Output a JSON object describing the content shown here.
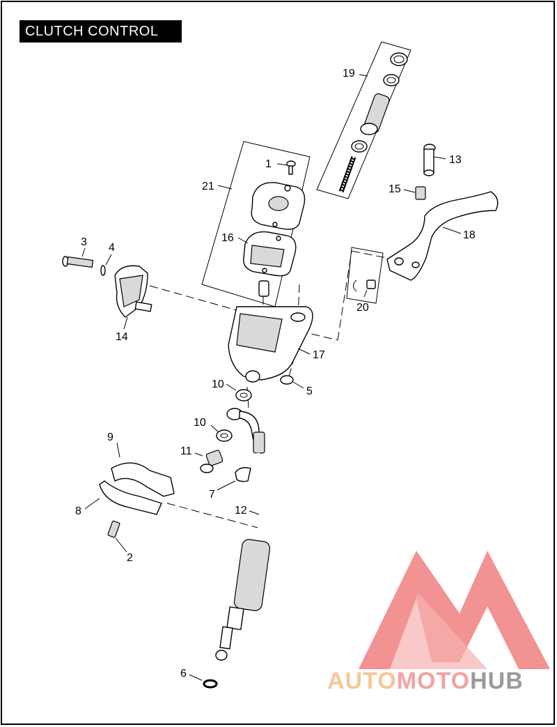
{
  "title": "CLUTCH CONTROL",
  "callouts": [
    {
      "id": "1",
      "text": "1"
    },
    {
      "id": "2",
      "text": "2"
    },
    {
      "id": "3",
      "text": "3"
    },
    {
      "id": "4",
      "text": "4"
    },
    {
      "id": "5",
      "text": "5"
    },
    {
      "id": "6",
      "text": "6"
    },
    {
      "id": "7",
      "text": "7"
    },
    {
      "id": "8",
      "text": "8"
    },
    {
      "id": "9",
      "text": "9"
    },
    {
      "id": "10a",
      "text": "10"
    },
    {
      "id": "10b",
      "text": "10"
    },
    {
      "id": "11",
      "text": "11"
    },
    {
      "id": "12",
      "text": "12"
    },
    {
      "id": "13",
      "text": "13"
    },
    {
      "id": "14",
      "text": "14"
    },
    {
      "id": "15",
      "text": "15"
    },
    {
      "id": "16",
      "text": "16"
    },
    {
      "id": "17",
      "text": "17"
    },
    {
      "id": "18",
      "text": "18"
    },
    {
      "id": "19",
      "text": "19"
    },
    {
      "id": "20",
      "text": "20"
    },
    {
      "id": "21",
      "text": "21"
    }
  ],
  "watermark": {
    "part1": "AUTO",
    "part2": "MOTO",
    "part3": "HUB",
    "colors": {
      "auto": "#f4c89a",
      "moto": "#f1a3a3",
      "hub": "#9a9a9a",
      "mark": "#f08080"
    }
  }
}
